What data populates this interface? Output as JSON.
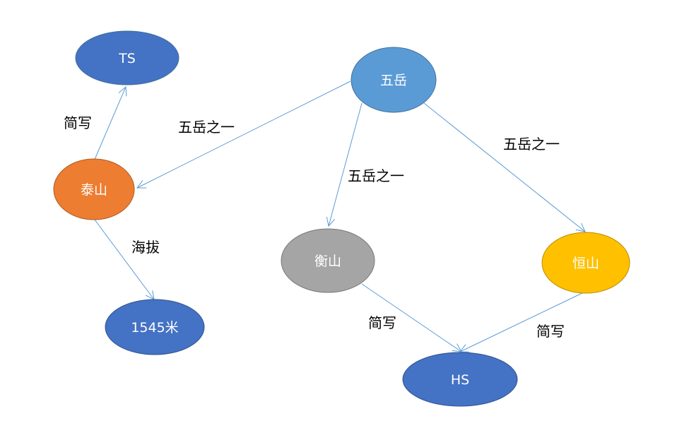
{
  "colors": {
    "blue_dark": "#4472c4",
    "blue_light": "#5b9bd5",
    "orange": "#ed7d31",
    "gray": "#a5a5a5",
    "gold": "#ffc000",
    "edge": "#5b9bd5"
  },
  "nodes": {
    "ts": {
      "label": "TS"
    },
    "wuyue": {
      "label": "五岳"
    },
    "taishan": {
      "label": "泰山"
    },
    "hengshan_heng": {
      "label": "衡山"
    },
    "hengshan_heng2": {
      "label": "恒山"
    },
    "altitude": {
      "label": "1545米"
    },
    "hs": {
      "label": "HS"
    }
  },
  "edges": {
    "taishan_ts": {
      "label": "简写"
    },
    "wuyue_taishan": {
      "label": "五岳之一"
    },
    "wuyue_hengshan": {
      "label": "五岳之一"
    },
    "wuyue_hengshan2": {
      "label": "五岳之一"
    },
    "taishan_altitude": {
      "label": "海拔"
    },
    "hengshan_hs": {
      "label": "简写"
    },
    "hengshan2_hs": {
      "label": "简写"
    }
  }
}
